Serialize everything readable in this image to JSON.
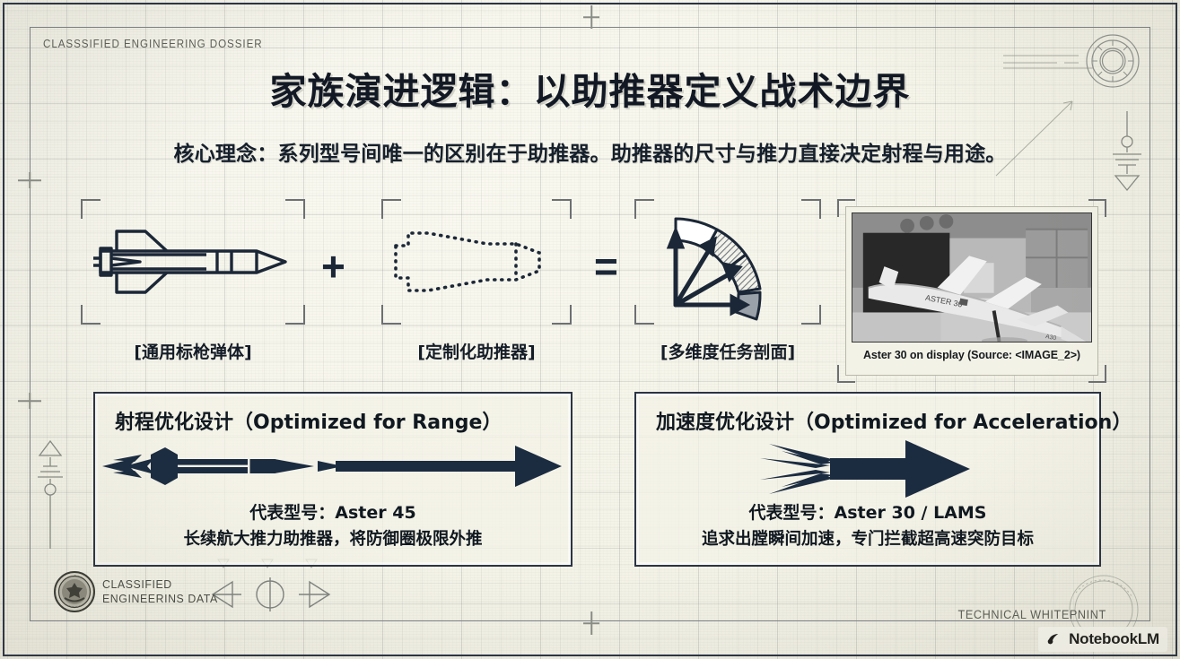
{
  "document": {
    "header_label": "CLASSSIFIED ENGINEERING DOSSIER",
    "title": "家族演进逻辑：以助推器定义战术边界",
    "subtitle": "核心理念：系列型号间唯一的区别在于助推器。助推器的尺寸与推力直接决定射程与用途。"
  },
  "equation": {
    "items": [
      {
        "caption": "[通用标枪弹体]",
        "icon": "missile-outline-icon"
      },
      {
        "caption": "[定制化助推器]",
        "icon": "booster-dotted-outline-icon"
      },
      {
        "caption": "[多维度任务剖面]",
        "icon": "mission-profile-fan-icon"
      }
    ],
    "operators": [
      "+",
      "="
    ]
  },
  "photo": {
    "caption": "Aster 30 on display (Source: <IMAGE_2>)",
    "alt": "aster-30-missile-on-display-photo"
  },
  "panels": [
    {
      "title": "射程优化设计（Optimized for Range）",
      "model": "代表型号：Aster 45",
      "desc": "长续航大推力助推器，将防御圈极限外推",
      "graphic": "long-range-missile-arrow-icon"
    },
    {
      "title": "加速度优化设计（Optimized for Acceleration）",
      "model": "代表型号：Aster 30 / LAMS",
      "desc": "追求出膛瞬间加速，专门拦截超高速突防目标",
      "graphic": "fast-acceleration-arrow-icon"
    }
  ],
  "footer": {
    "stamp_line1": "CLASSIFIED",
    "stamp_line2": "ENGINEERINS DATA",
    "right_label": "TECHNICAL WHITEPNINT",
    "brand": "NotebookLM"
  },
  "colors": {
    "ink": "#1b2737",
    "paper": "#f5f4e9",
    "frame": "#2b3445",
    "muted": "#6c7074"
  }
}
